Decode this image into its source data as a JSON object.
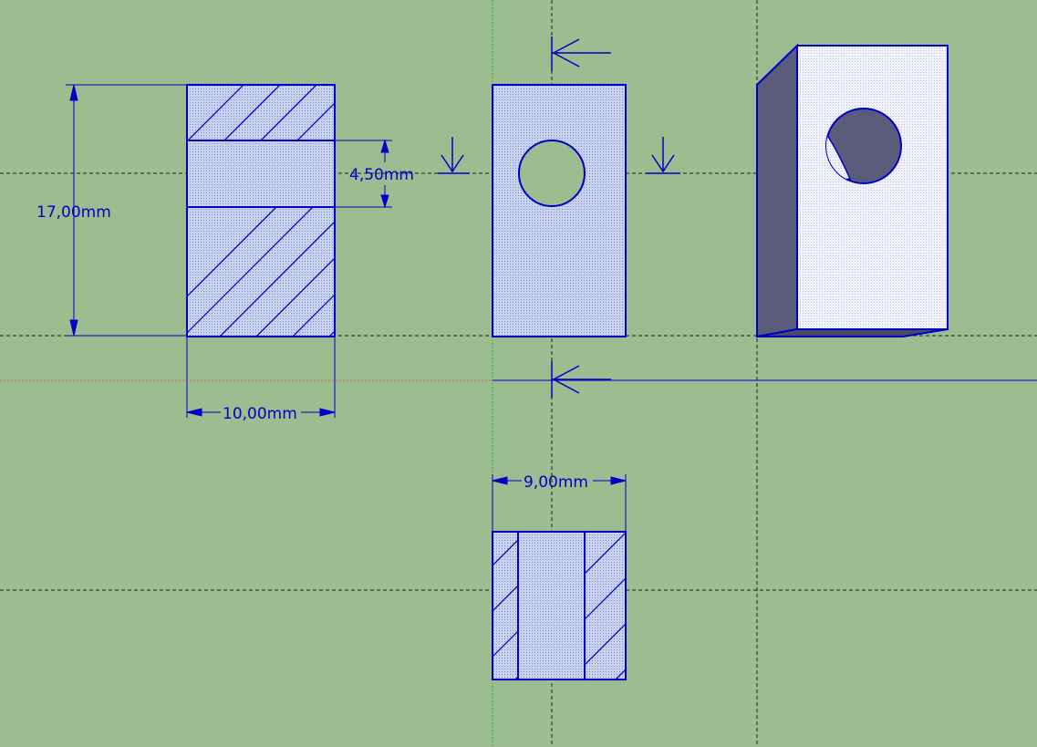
{
  "app": {
    "view": "technical-drawing-sheet"
  },
  "colors": {
    "background": "#9bbd8f",
    "ink": "#0000c8",
    "part_fill": "#c8d2ee",
    "iso_face": "#f0f0fb",
    "iso_side": "#5a5a7a",
    "hole_fill": "#5a5a7a",
    "centerline": "#1a1a1a",
    "x_axis": "#c87850",
    "y_axis": "#1ec81e"
  },
  "dimensions": {
    "height": "17,00mm",
    "hole_diameter": "4,50mm",
    "width": "10,00mm",
    "depth": "9,00mm"
  },
  "views": [
    {
      "name": "section-view",
      "label": ""
    },
    {
      "name": "front-view",
      "label": ""
    },
    {
      "name": "isometric-view",
      "label": ""
    },
    {
      "name": "top-section-view",
      "label": ""
    }
  ]
}
